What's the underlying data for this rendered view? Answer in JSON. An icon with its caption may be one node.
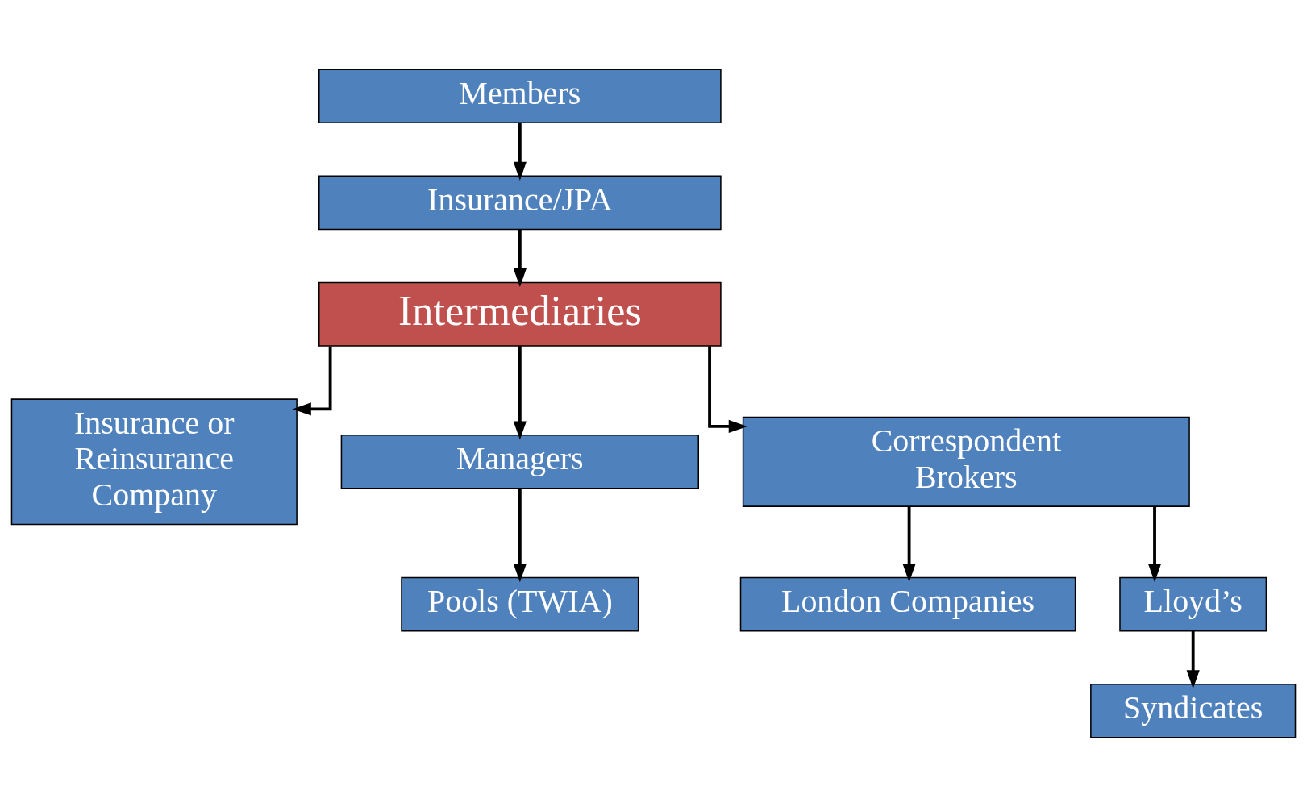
{
  "diagram": {
    "nodes": [
      {
        "text": [
          "Members"
        ]
      },
      {
        "text": [
          "Insurance/JPA"
        ]
      },
      {
        "text": [
          "Intermediaries"
        ]
      },
      {
        "text": [
          "Insurance or Reinsurance Company"
        ]
      },
      {
        "text": [
          "Managers"
        ]
      },
      {
        "text": [
          "Correspondent Brokers"
        ]
      },
      {
        "text": [
          "Pools (TWIA)"
        ]
      },
      {
        "text": [
          "London Companies"
        ]
      },
      {
        "text": [
          "Lloyd’s"
        ]
      },
      {
        "text": [
          "Syndicates"
        ]
      }
    ],
    "edges": [
      {
        "from": 0,
        "to": 1,
        "arrow": "to"
      },
      {
        "from": 1,
        "to": 2,
        "arrow": "to"
      },
      {
        "from": 2,
        "to": 3,
        "arrow": "to"
      },
      {
        "from": 2,
        "to": 4,
        "arrow": "to"
      },
      {
        "from": 2,
        "to": 5,
        "arrow": "to"
      },
      {
        "from": 4,
        "to": 6,
        "arrow": "to"
      },
      {
        "from": 5,
        "to": 7,
        "arrow": "to"
      },
      {
        "from": 5,
        "to": 8,
        "arrow": "to"
      },
      {
        "from": 8,
        "to": 9,
        "arrow": "to"
      }
    ]
  }
}
